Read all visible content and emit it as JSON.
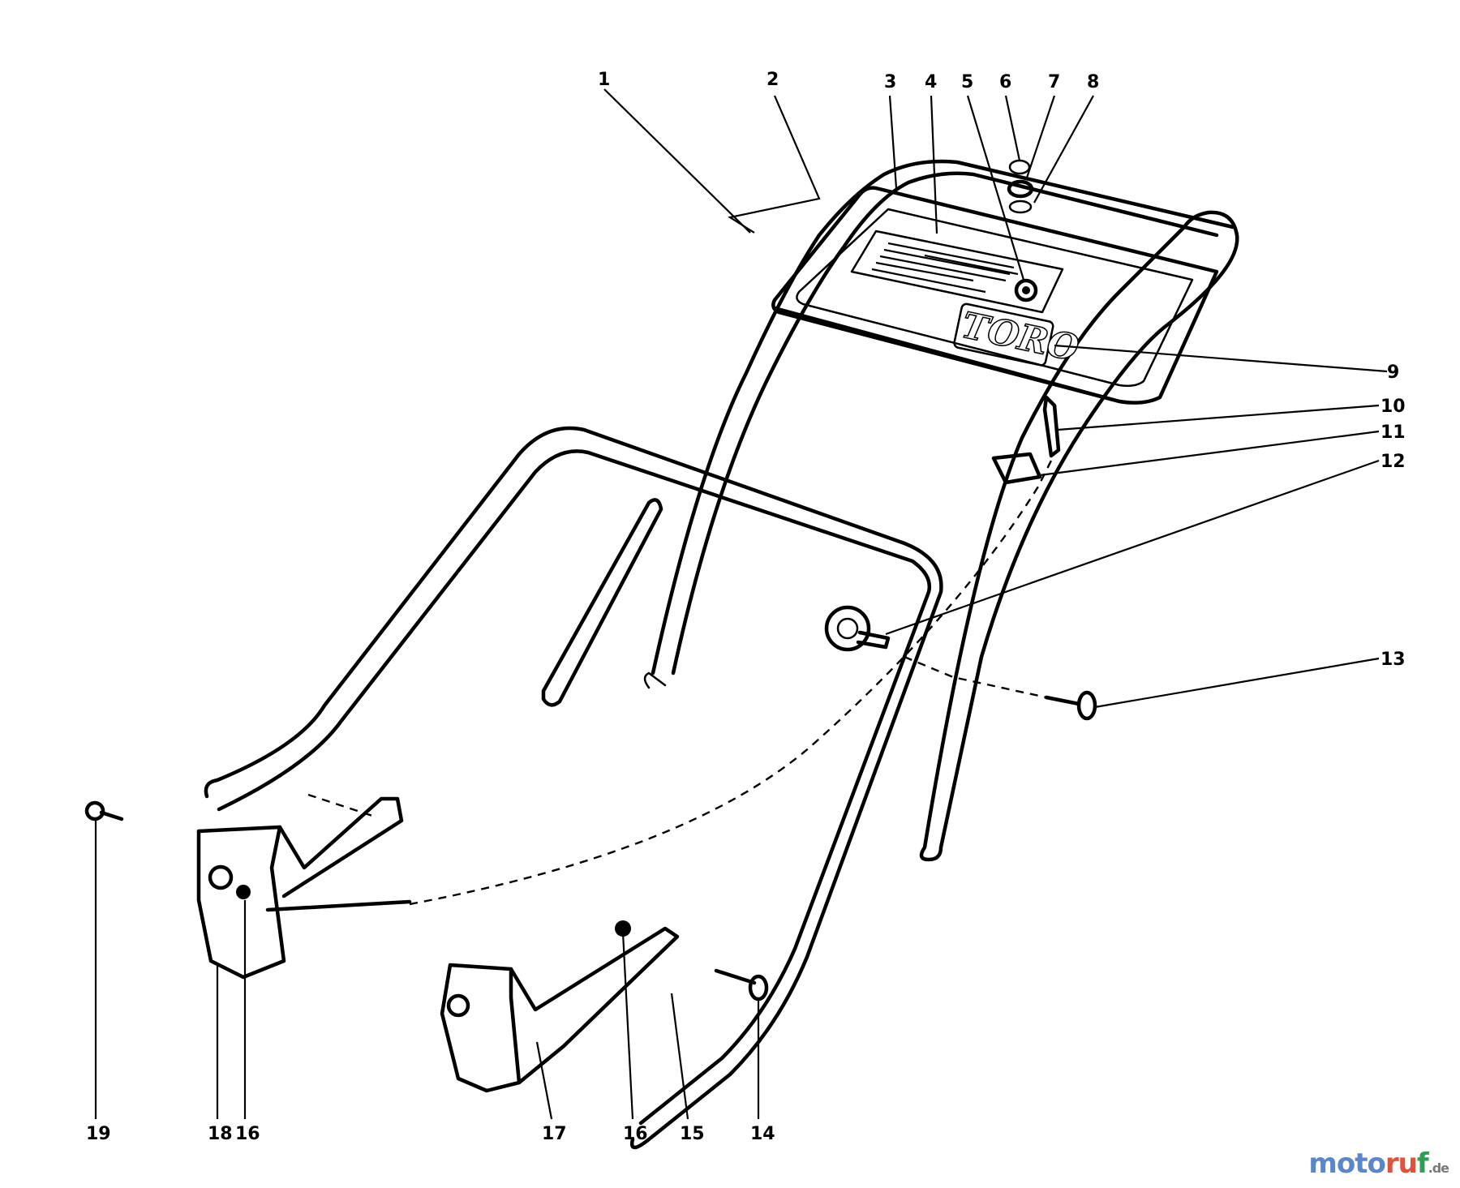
{
  "callouts": {
    "c1": "1",
    "c2": "2",
    "c3": "3",
    "c4": "4",
    "c5": "5",
    "c6": "6",
    "c7": "7",
    "c8": "8",
    "c9": "9",
    "c10": "10",
    "c11": "11",
    "c12": "12",
    "c13": "13",
    "c14": "14",
    "c15": "15",
    "c16a": "16",
    "c16b": "16",
    "c17": "17",
    "c18": "18",
    "c19": "19"
  },
  "brand_decal": "TORO",
  "watermark": {
    "part1": "moto",
    "part2": "ru",
    "part3": "f",
    "part4": ".de"
  }
}
